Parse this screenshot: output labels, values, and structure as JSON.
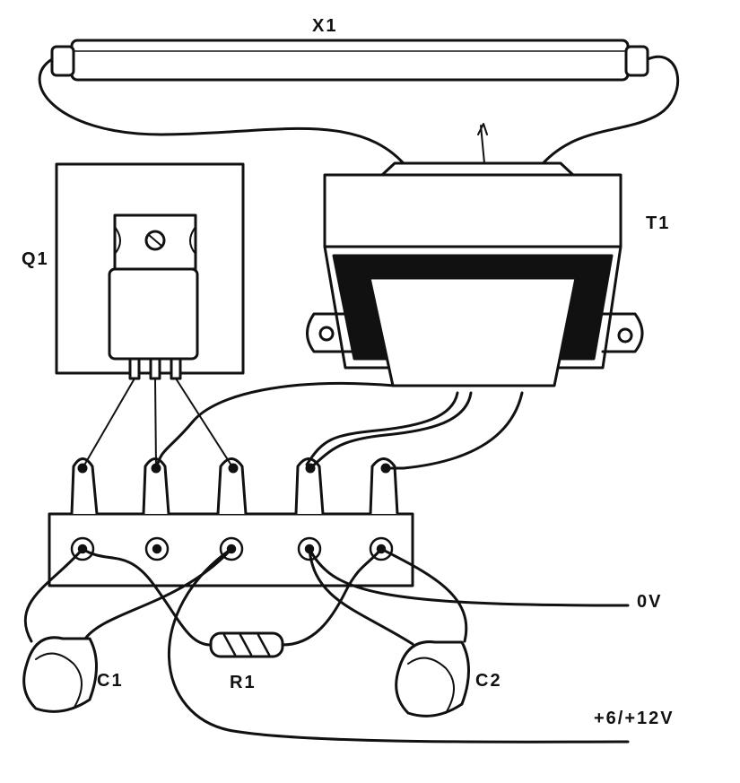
{
  "labels": {
    "lamp": "X1",
    "transformer": "T1",
    "transistor": "Q1",
    "resistor": "R1",
    "capacitor_1": "C1",
    "capacitor_2": "C2",
    "ground": "0V",
    "supply": "+6/+12V"
  },
  "colors": {
    "ink": "#111111",
    "paper": "#ffffff"
  }
}
